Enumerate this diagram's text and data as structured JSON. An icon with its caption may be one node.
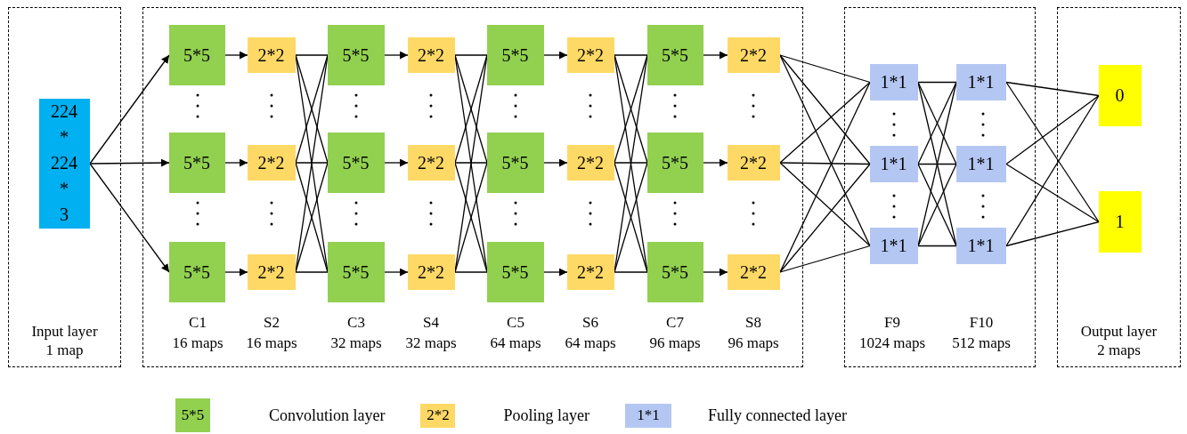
{
  "diagram": {
    "nodes": [
      {
        "text": [
          "Input layer 1 map"
        ]
      },
      {
        "text": [],
        "shape": "box"
      },
      {
        "text": [],
        "shape": "box"
      },
      {
        "text": [
          "Output layer 2 maps"
        ]
      },
      {
        "text": [
          "224 * 224 * 3"
        ],
        "in": 0
      },
      {
        "text": [
          "5*5"
        ],
        "in": 1
      },
      {
        "text": [
          "5*5"
        ],
        "in": 1
      },
      {
        "text": [
          "5*5"
        ],
        "in": 1
      },
      {
        "text": [
          "2*2"
        ],
        "in": 1
      },
      {
        "text": [
          "2*2"
        ],
        "in": 1
      },
      {
        "text": [
          "2*2"
        ],
        "in": 1
      },
      {
        "text": [
          "5*5"
        ],
        "in": 1
      },
      {
        "text": [
          "5*5"
        ],
        "in": 1
      },
      {
        "text": [
          "5*5"
        ],
        "in": 1
      },
      {
        "text": [
          "2*2"
        ],
        "in": 1
      },
      {
        "text": [
          "2*2"
        ],
        "in": 1
      },
      {
        "text": [
          "2*2"
        ],
        "in": 1
      },
      {
        "text": [
          "5*5"
        ],
        "in": 1
      },
      {
        "text": [
          "5*5"
        ],
        "in": 1
      },
      {
        "text": [
          "5*5"
        ],
        "in": 1
      },
      {
        "text": [
          "2*2"
        ],
        "in": 1
      },
      {
        "text": [
          "2*2"
        ],
        "in": 1
      },
      {
        "text": [
          "2*2"
        ],
        "in": 1
      },
      {
        "text": [
          "5*5"
        ],
        "in": 1
      },
      {
        "text": [
          "5*5"
        ],
        "in": 1
      },
      {
        "text": [
          "5*5"
        ],
        "in": 1
      },
      {
        "text": [
          "2*2"
        ],
        "in": 1
      },
      {
        "text": [
          "2*2"
        ],
        "in": 1
      },
      {
        "text": [
          "2*2"
        ],
        "in": 1
      },
      {
        "text": [
          "1*1"
        ],
        "in": 2
      },
      {
        "text": [
          "1*1"
        ],
        "in": 2
      },
      {
        "text": [
          "1*1"
        ],
        "in": 2
      },
      {
        "text": [
          "1*1"
        ],
        "in": 2
      },
      {
        "text": [
          "1*1"
        ],
        "in": 2
      },
      {
        "text": [
          "1*1"
        ],
        "in": 2
      },
      {
        "text": [
          "0"
        ],
        "in": 3
      },
      {
        "text": [
          "1"
        ],
        "in": 3
      }
    ],
    "edges": [
      {
        "from": 4,
        "to": 5,
        "arrow": "to"
      },
      {
        "from": 4,
        "to": 6,
        "arrow": "to"
      },
      {
        "from": 4,
        "to": 7,
        "arrow": "to"
      },
      {
        "from": 5,
        "to": 8,
        "arrow": "to"
      },
      {
        "from": 6,
        "to": 9,
        "arrow": "to"
      },
      {
        "from": 7,
        "to": 10,
        "arrow": "to"
      },
      {
        "from": 8,
        "to": 11,
        "arrow": "none"
      },
      {
        "from": 8,
        "to": 12,
        "arrow": "none"
      },
      {
        "from": 8,
        "to": 13,
        "arrow": "none"
      },
      {
        "from": 9,
        "to": 11,
        "arrow": "none"
      },
      {
        "from": 9,
        "to": 12,
        "arrow": "none"
      },
      {
        "from": 9,
        "to": 13,
        "arrow": "none"
      },
      {
        "from": 10,
        "to": 11,
        "arrow": "none"
      },
      {
        "from": 10,
        "to": 12,
        "arrow": "none"
      },
      {
        "from": 10,
        "to": 13,
        "arrow": "none"
      },
      {
        "from": 11,
        "to": 14,
        "arrow": "to"
      },
      {
        "from": 12,
        "to": 15,
        "arrow": "to"
      },
      {
        "from": 13,
        "to": 16,
        "arrow": "to"
      },
      {
        "from": 14,
        "to": 17,
        "arrow": "none"
      },
      {
        "from": 14,
        "to": 18,
        "arrow": "none"
      },
      {
        "from": 14,
        "to": 19,
        "arrow": "none"
      },
      {
        "from": 15,
        "to": 17,
        "arrow": "none"
      },
      {
        "from": 15,
        "to": 18,
        "arrow": "none"
      },
      {
        "from": 15,
        "to": 19,
        "arrow": "none"
      },
      {
        "from": 16,
        "to": 17,
        "arrow": "none"
      },
      {
        "from": 16,
        "to": 18,
        "arrow": "none"
      },
      {
        "from": 16,
        "to": 19,
        "arrow": "none"
      },
      {
        "from": 17,
        "to": 20,
        "arrow": "to"
      },
      {
        "from": 18,
        "to": 21,
        "arrow": "to"
      },
      {
        "from": 19,
        "to": 22,
        "arrow": "to"
      },
      {
        "from": 20,
        "to": 23,
        "arrow": "none"
      },
      {
        "from": 20,
        "to": 24,
        "arrow": "none"
      },
      {
        "from": 20,
        "to": 25,
        "arrow": "none"
      },
      {
        "from": 21,
        "to": 23,
        "arrow": "none"
      },
      {
        "from": 21,
        "to": 24,
        "arrow": "none"
      },
      {
        "from": 21,
        "to": 25,
        "arrow": "none"
      },
      {
        "from": 22,
        "to": 23,
        "arrow": "none"
      },
      {
        "from": 22,
        "to": 24,
        "arrow": "none"
      },
      {
        "from": 22,
        "to": 25,
        "arrow": "none"
      },
      {
        "from": 23,
        "to": 26,
        "arrow": "to"
      },
      {
        "from": 24,
        "to": 27,
        "arrow": "to"
      },
      {
        "from": 25,
        "to": 28,
        "arrow": "to"
      },
      {
        "from": 26,
        "to": 29,
        "arrow": "none"
      },
      {
        "from": 26,
        "to": 30,
        "arrow": "none"
      },
      {
        "from": 26,
        "to": 31,
        "arrow": "none"
      },
      {
        "from": 27,
        "to": 29,
        "arrow": "none"
      },
      {
        "from": 27,
        "to": 30,
        "arrow": "none"
      },
      {
        "from": 27,
        "to": 31,
        "arrow": "none"
      },
      {
        "from": 28,
        "to": 29,
        "arrow": "none"
      },
      {
        "from": 28,
        "to": 30,
        "arrow": "none"
      },
      {
        "from": 28,
        "to": 31,
        "arrow": "none"
      },
      {
        "from": 29,
        "to": 32,
        "arrow": "none"
      },
      {
        "from": 29,
        "to": 33,
        "arrow": "none"
      },
      {
        "from": 29,
        "to": 34,
        "arrow": "none"
      },
      {
        "from": 30,
        "to": 32,
        "arrow": "none"
      },
      {
        "from": 30,
        "to": 33,
        "arrow": "none"
      },
      {
        "from": 30,
        "to": 34,
        "arrow": "none"
      },
      {
        "from": 31,
        "to": 32,
        "arrow": "none"
      },
      {
        "from": 31,
        "to": 33,
        "arrow": "none"
      },
      {
        "from": 31,
        "to": 34,
        "arrow": "none"
      },
      {
        "from": 32,
        "to": 35,
        "arrow": "none"
      },
      {
        "from": 32,
        "to": 36,
        "arrow": "none"
      },
      {
        "from": 33,
        "to": 35,
        "arrow": "none"
      },
      {
        "from": 33,
        "to": 36,
        "arrow": "none"
      },
      {
        "from": 34,
        "to": 35,
        "arrow": "none"
      },
      {
        "from": 34,
        "to": 36,
        "arrow": "none"
      }
    ],
    "labels": [
      "C1",
      "16 maps",
      "S2",
      "16 maps",
      "C3",
      "32 maps",
      "S4",
      "32 maps",
      "C5",
      "64 maps",
      "S6",
      "64 maps",
      "C7",
      "96 maps",
      "S8",
      "96 maps",
      "F9",
      "1024 maps",
      "F10",
      "512 maps",
      "5*5",
      "2*2",
      "1*1"
    ],
    "legend": [
      {
        "text": "Convolution layer",
        "color": "#92d050"
      },
      {
        "text": "Pooling layer",
        "color": "#ffd966"
      },
      {
        "text": "Fully connected layer",
        "color": "#b4c7f3"
      }
    ]
  }
}
